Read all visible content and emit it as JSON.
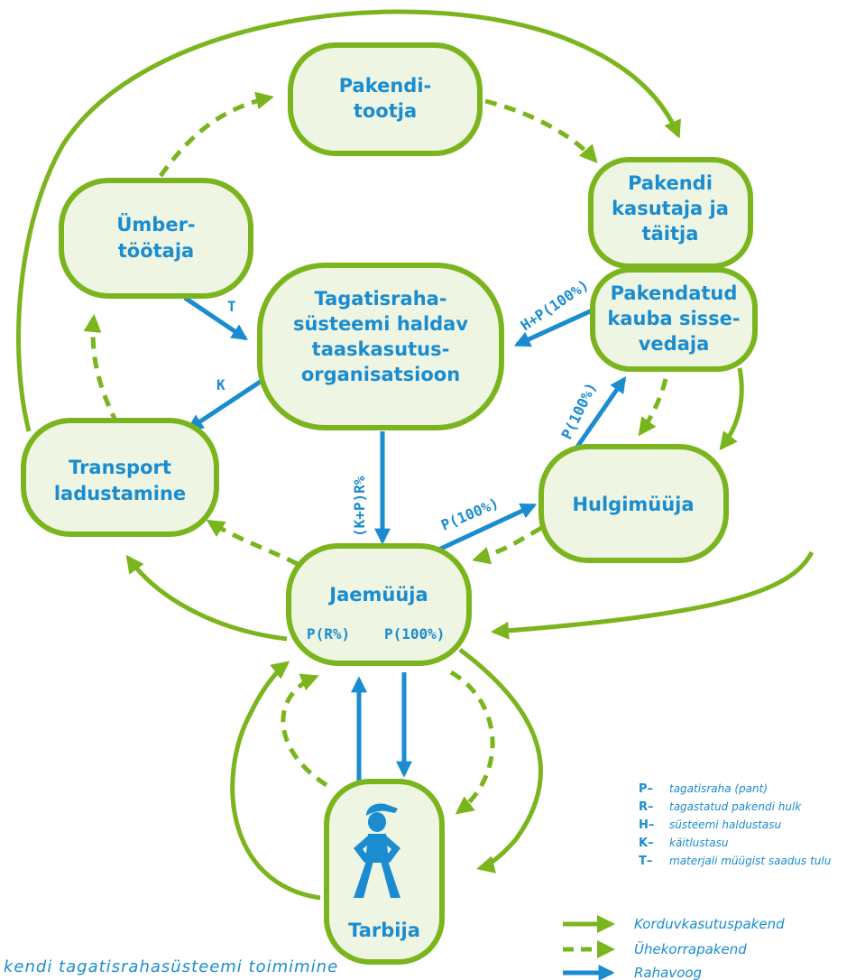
{
  "colors": {
    "green": "#7ab51d",
    "blue": "#1a8ccf",
    "node_fill": "#eef5e3",
    "text": "#1a8ccf"
  },
  "nodes": {
    "pakendi_tootja": [
      "Pakendi-",
      "tootja"
    ],
    "pakendi_kasutaja": [
      "Pakendi",
      "kasutaja ja",
      "täitja"
    ],
    "umbertootaja": [
      "Ümber-",
      "töötaja"
    ],
    "haldav_org": [
      "Tagatisraha-",
      "süsteemi haldav",
      "taaskasutus-",
      "organisatsioon"
    ],
    "pakendatud_kauba": [
      "Pakendatud",
      "kauba sisse-",
      "vedaja"
    ],
    "transport": [
      "Transport",
      "ladustamine"
    ],
    "hulgimuuja": [
      "Hulgimüüja"
    ],
    "jaemuuja": [
      "Jaemüüja"
    ],
    "tarbija": [
      "Tarbija"
    ]
  },
  "jaemuuja_sublabels": {
    "left": "P(R%)",
    "right": "P(100%)"
  },
  "flow_labels": {
    "t": "T",
    "k": "K",
    "hp100": "H+P(100%)",
    "kpr": "(K+P)R%",
    "p100_hulgi_sisse": "P(100%)",
    "p100_jae_hulgi": "P(100%)"
  },
  "legend": {
    "definitions": [
      {
        "key": "P–",
        "desc": "tagatisraha (pant)"
      },
      {
        "key": "R–",
        "desc": "tagastatud pakendi hulk"
      },
      {
        "key": "H–",
        "desc": "süsteemi haldustasu"
      },
      {
        "key": "K–",
        "desc": "käitlustasu"
      },
      {
        "key": "T–",
        "desc": "materjali müügist saadus tulu"
      }
    ],
    "flows": [
      {
        "type": "solid-green",
        "label": "Korduvkasutuspakend"
      },
      {
        "type": "dashed-green",
        "label": "Ühekorrapakend"
      },
      {
        "type": "solid-blue",
        "label": "Rahavoog"
      }
    ]
  },
  "caption": "kendi tagatisrahasüsteemi toimimine",
  "icons": {
    "consumer": "person-cap-icon"
  }
}
